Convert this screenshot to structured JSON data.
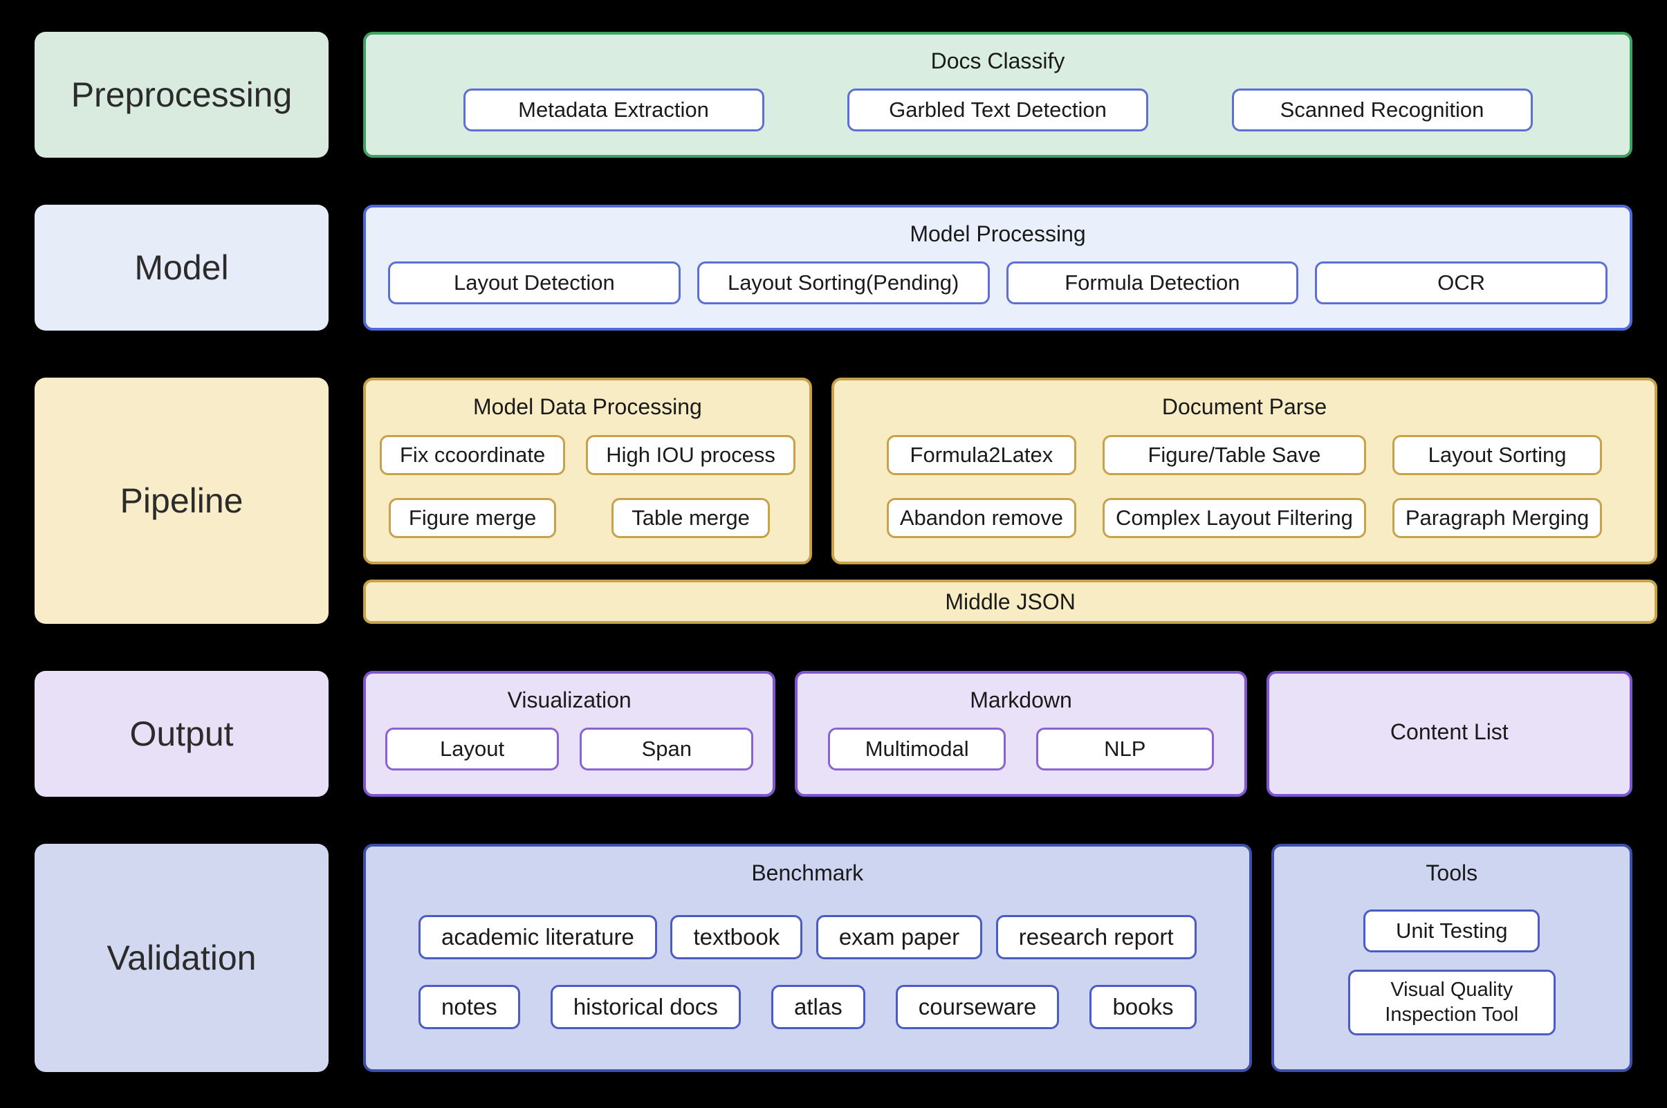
{
  "colors": {
    "background": "#000000",
    "green_fill": "#d9eee0",
    "green_border": "#3da360",
    "blue_fill": "#e9effb",
    "blue_border": "#4c68d9",
    "yellow_fill": "#f8ecc5",
    "yellow_border": "#c8a14b",
    "purple_fill": "#e9e1f7",
    "purple_border": "#7e57d0",
    "periwinkle_fill": "#ced5f0",
    "periwinkle_border": "#3c4fa9",
    "node_border_blue": "#5b6fd5",
    "node_fill": "#ffffff"
  },
  "preprocessing": {
    "label": "Preprocessing",
    "docs_classify": {
      "title": "Docs Classify",
      "items": [
        "Metadata Extraction",
        "Garbled Text Detection",
        "Scanned Recognition"
      ]
    }
  },
  "model": {
    "label": "Model",
    "model_processing": {
      "title": "Model Processing",
      "items": [
        "Layout Detection",
        "Layout Sorting(Pending)",
        "Formula Detection",
        "OCR"
      ]
    }
  },
  "pipeline": {
    "label": "Pipeline",
    "model_data_processing": {
      "title": "Model Data Processing",
      "items": [
        "Fix ccoordinate",
        "High IOU process",
        "Figure merge",
        "Table merge"
      ]
    },
    "document_parse": {
      "title": "Document Parse",
      "items": [
        "Formula2Latex",
        "Figure/Table Save",
        "Layout Sorting",
        "Abandon remove",
        "Complex Layout Filtering",
        "Paragraph Merging"
      ]
    },
    "middle_json": "Middle JSON"
  },
  "output": {
    "label": "Output",
    "visualization": {
      "title": "Visualization",
      "items": [
        "Layout",
        "Span"
      ]
    },
    "markdown": {
      "title": "Markdown",
      "items": [
        "Multimodal",
        "NLP"
      ]
    },
    "content_list": {
      "title": "Content List"
    }
  },
  "validation": {
    "label": "Validation",
    "benchmark": {
      "title": "Benchmark",
      "row1": [
        "academic literature",
        "textbook",
        "exam paper",
        "research report"
      ],
      "row2": [
        "notes",
        "historical docs",
        "atlas",
        "courseware",
        "books"
      ]
    },
    "tools": {
      "title": "Tools",
      "items": [
        "Unit Testing",
        "Visual Quality Inspection Tool"
      ]
    }
  }
}
